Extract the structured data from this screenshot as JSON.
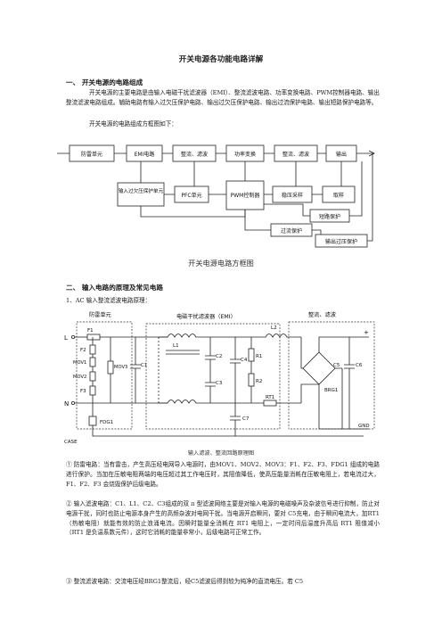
{
  "doc": {
    "title": "开关电源各功能电路详解",
    "s1_heading": "一、 开关电源的电路组成",
    "s1_para1": "开关电源的主要电路是由输入电磁干扰滤波器（EMI）、整流滤波电路、功率变换电路、PWM控制器电路、输出整流滤波电路组成。辅助电路有输入过欠压保护电路、输出过欠压保护电路、输出过流保护电路、输出短路保护电路等。",
    "s1_para2": "开关电源的电路组成方框图如下：",
    "block_diagram": {
      "blocks": {
        "surge": "防雷单元",
        "emi": "EMI电路",
        "rect1": "整流、滤波",
        "power": "功率变换",
        "rect2": "整流、滤波",
        "output": "输出",
        "in_prot": "输入过欠压保护单元",
        "pfc": "PFC单元",
        "pwm": "PWM控制器",
        "sample": "稳压采样",
        "amp": "取样",
        "short": "短路保护",
        "overcurrent": "过流保护",
        "out_prot": "输出过压保护"
      },
      "caption": "开关电源电路方框图"
    },
    "s2_heading": "二、 输入电路的原理及常见电路",
    "s2_sub": "1、AC 输入整流滤波电路原理：",
    "schematic": {
      "label_surge": "防雷单元",
      "label_emi": "电磁干扰滤波器（EMI）",
      "label_rect": "整流、滤波",
      "pin_L": "L",
      "pin_N": "N",
      "gnd": "CASE",
      "out_plus": "+",
      "out_gnd": "GND",
      "parts": {
        "F1": "F1",
        "F2": "F2",
        "F3": "F3",
        "MOV1": "MOV1",
        "MOV2": "MOV2",
        "MOV3": "MOV3",
        "FDG1": "FDG1",
        "C1": "C1",
        "L1": "L1",
        "C2": "C2",
        "C3": "C3",
        "C4": "C4",
        "R1": "R1",
        "R2": "R2",
        "L2": "L2",
        "RT1": "RT1",
        "C5": "C5",
        "C6": "C6",
        "BRG1": "BRG1",
        "C7": "C7"
      },
      "caption": "输入滤波、整流回路原理图"
    },
    "notes": {
      "n1": "① 防雷电路：当有雷击，产生高压经电网导入电源时，由MOV1、MOV2、MOV3：F1、F2、F3、FDG1 组成的电路进行保护。当加在压敏电阻两端的电压超过其工作电压时，其阻值降低，使高压能量消耗在压敏电阻上，若电流过大，F1、F2、F3 会烧毁保护后级电路。",
      "n2": "② 输入滤波电路：C1、L1、C2、C3组成的双 π 型滤波网络主要是对输入电源的电磁噪声及杂波信号进行抑制，防止对电源干扰，同时也防止电源本身产生的高频杂波对电网干扰。当电源开启瞬间，要对 C5充电，由于瞬间电流大，加RT1（热敏电阻）就能有效的防止浪涌电流。因瞬时能量全消耗在 RT1 电阻上，一定时间后温度升高后 RT1 阻值减小（RT1 是负温系数元件），这时它消耗的能量非常小，后级电路可正常工作。",
      "n3": "③ 整流滤波电路：交流电压经BRG1整流后，经C5滤波后得到较为纯净的直流电压。若 C5"
    }
  }
}
